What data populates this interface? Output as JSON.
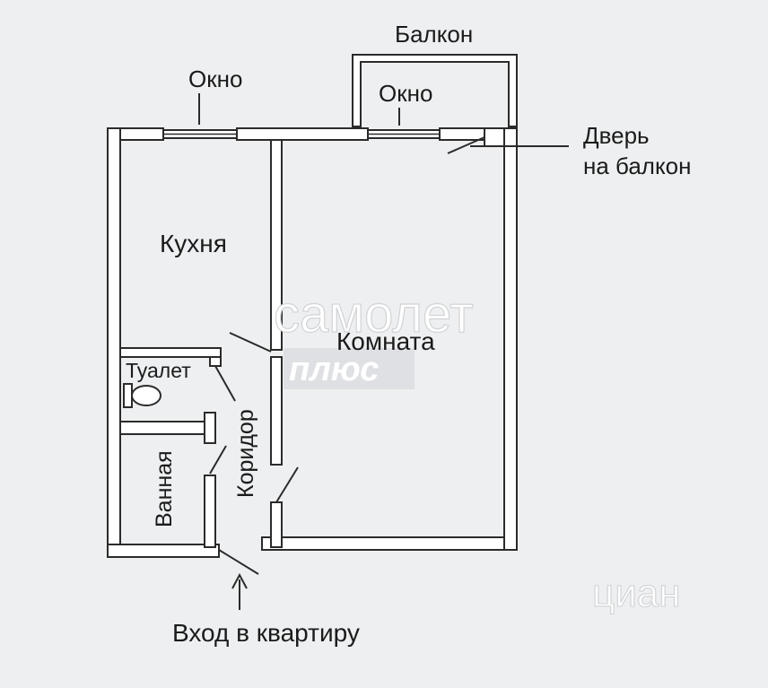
{
  "labels": {
    "balcony": "Балкон",
    "window_left": "Окно",
    "window_balcony": "Окно",
    "balcony_door_line1": "Дверь",
    "balcony_door_line2": "на балкон",
    "kitchen": "Кухня",
    "room": "Комната",
    "toilet": "Туалет",
    "corridor": "Коридор",
    "bathroom": "Ванная",
    "entrance": "Вход в квартиру"
  },
  "watermarks": {
    "brand_top": "самолет",
    "brand_bottom": "плюс",
    "cian": "циан"
  },
  "colors": {
    "wall_fill": "#ffffff",
    "wall_stroke": "#2b2b2b",
    "text": "#1b1b1b",
    "background": "#eeeff0"
  }
}
